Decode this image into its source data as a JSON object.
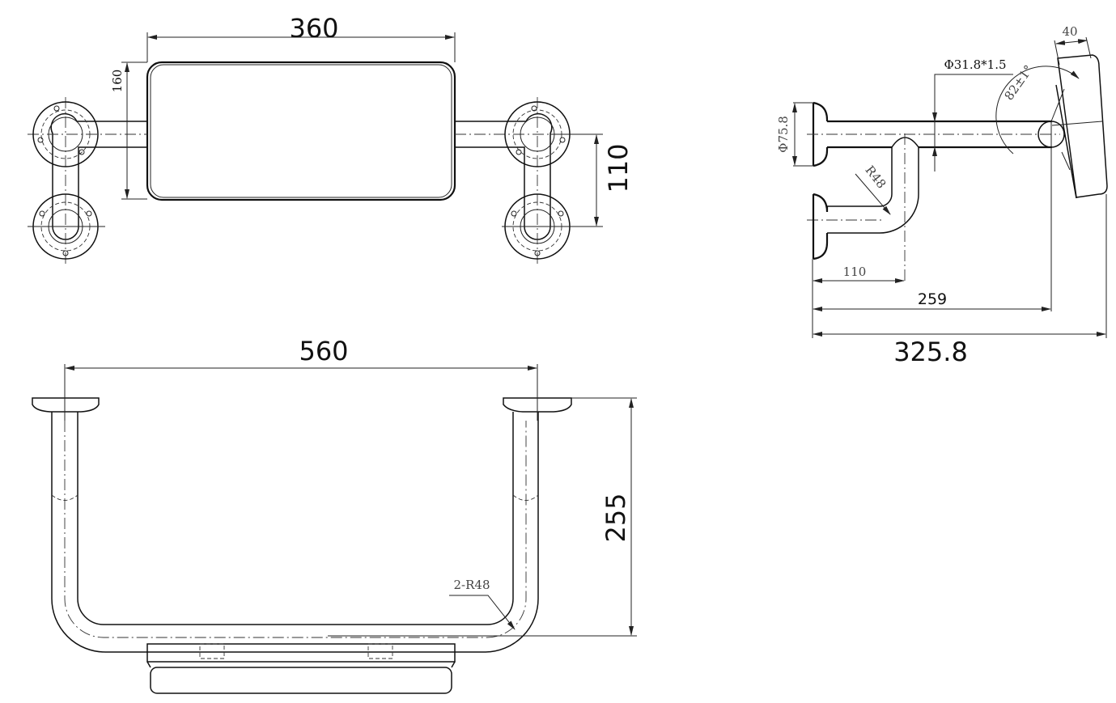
{
  "drawing": {
    "title": "Wall-mounted shower seat / grab bar technical drawing",
    "views": {
      "top_view": {
        "dimensions": {
          "backrest_width": "360",
          "backrest_height": "160",
          "flange_spacing": "110"
        }
      },
      "side_view": {
        "dimensions": {
          "flange_diameter": "Φ75.8",
          "tube_spec": "Φ31.8*1.5",
          "pad_thickness": "40",
          "tilt_angle": "82±1°",
          "bend_radius": "R48",
          "lower_arm_length": "110",
          "pivot_distance": "259",
          "total_depth": "325.8"
        }
      },
      "front_view": {
        "dimensions": {
          "overall_width": "560",
          "height": "255",
          "bend_radius_note": "2-R48"
        }
      }
    },
    "colors": {
      "line": "#111111",
      "annotation_gray": "#444444",
      "background": "#ffffff"
    }
  }
}
